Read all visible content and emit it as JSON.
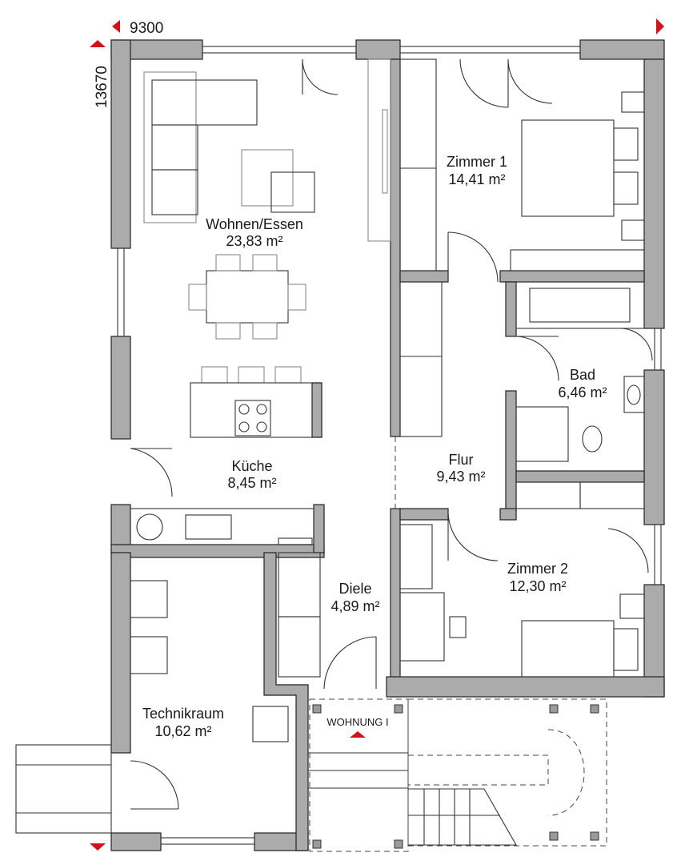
{
  "dimensions": {
    "width": "9300",
    "height": "13670"
  },
  "rooms": [
    {
      "name": "Wohnen/Essen",
      "area": "23,83 m²"
    },
    {
      "name": "Zimmer 1",
      "area": "14,41 m²"
    },
    {
      "name": "Bad",
      "area": "6,46 m²"
    },
    {
      "name": "Küche",
      "area": "8,45 m²"
    },
    {
      "name": "Flur",
      "area": "9,43 m²"
    },
    {
      "name": "Diele",
      "area": "4,89 m²"
    },
    {
      "name": "Zimmer 2",
      "area": "12,30 m²"
    },
    {
      "name": "Technikraum",
      "area": "10,62 m²"
    }
  ],
  "entrance": {
    "label": "WOHNUNG I"
  },
  "colors": {
    "wall": "#ababab",
    "marker": "#d0121b"
  }
}
